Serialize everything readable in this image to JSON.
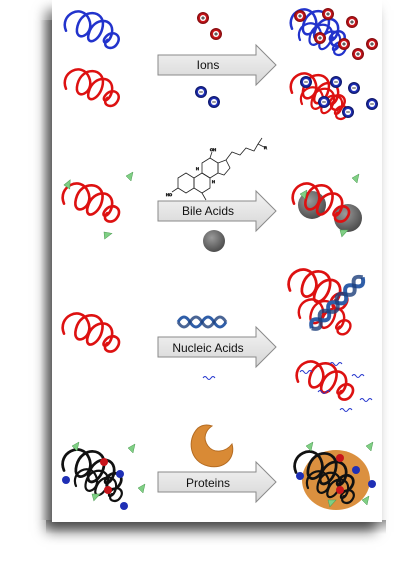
{
  "figure": {
    "rows": [
      {
        "id": "ions",
        "label": "Ions"
      },
      {
        "id": "bile-acids",
        "label": "Bile Acids"
      },
      {
        "id": "nucleic-acids",
        "label": "Nucleic Acids"
      },
      {
        "id": "proteins",
        "label": "Proteins"
      }
    ],
    "ion_symbols": {
      "cation": "+",
      "anion": "−"
    },
    "structure_labels": {
      "oh": "OH",
      "ho": "HO",
      "h": "H",
      "r": "R"
    },
    "colors": {
      "polymer_blue": "#2233cc",
      "polymer_red": "#dd1111",
      "polymer_black": "#111111",
      "cation_fill": "#c8151b",
      "anion_fill": "#1f2fb5",
      "ligand_green": "#7fcf84",
      "bile_sphere": "#6e6e6e",
      "dna": "#2f5ea8",
      "protein": "#d98a35",
      "arrow_fill": "#e6e6e6",
      "arrow_stroke": "#8a8a8a"
    }
  }
}
